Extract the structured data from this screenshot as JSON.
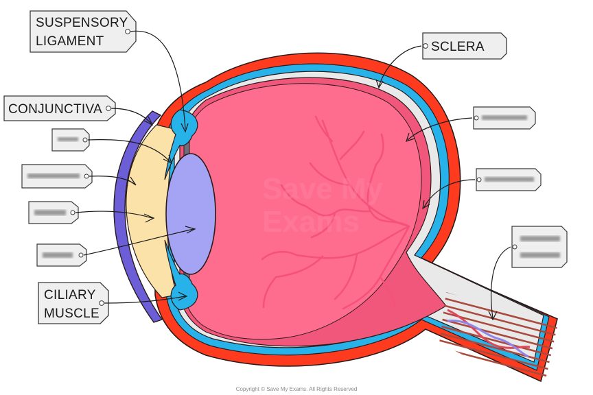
{
  "labels": {
    "suspensory_ligament": [
      "SUSPENSORY",
      "LIGAMENT"
    ],
    "sclera": "SCLERA",
    "conjunctiva": "CONJUNCTIVA",
    "ciliary_muscle": [
      "CILIARY",
      "MUSCLE"
    ]
  },
  "blurred_label_count": 7,
  "copyright": "Copyright © Save My Exams. All Rights Reserved",
  "colors": {
    "sclera": "#ff3b1f",
    "choroid": "#27b3ea",
    "vitreous": "#ff6d8e",
    "retina": "#f0577a",
    "lens": "#a4a3f4",
    "aqueous": "#fbe2a8",
    "cornea_conjunctiva": "#6b5ed6",
    "vessels": "#f5527a",
    "nerve_stripes": "#a94a3c"
  }
}
